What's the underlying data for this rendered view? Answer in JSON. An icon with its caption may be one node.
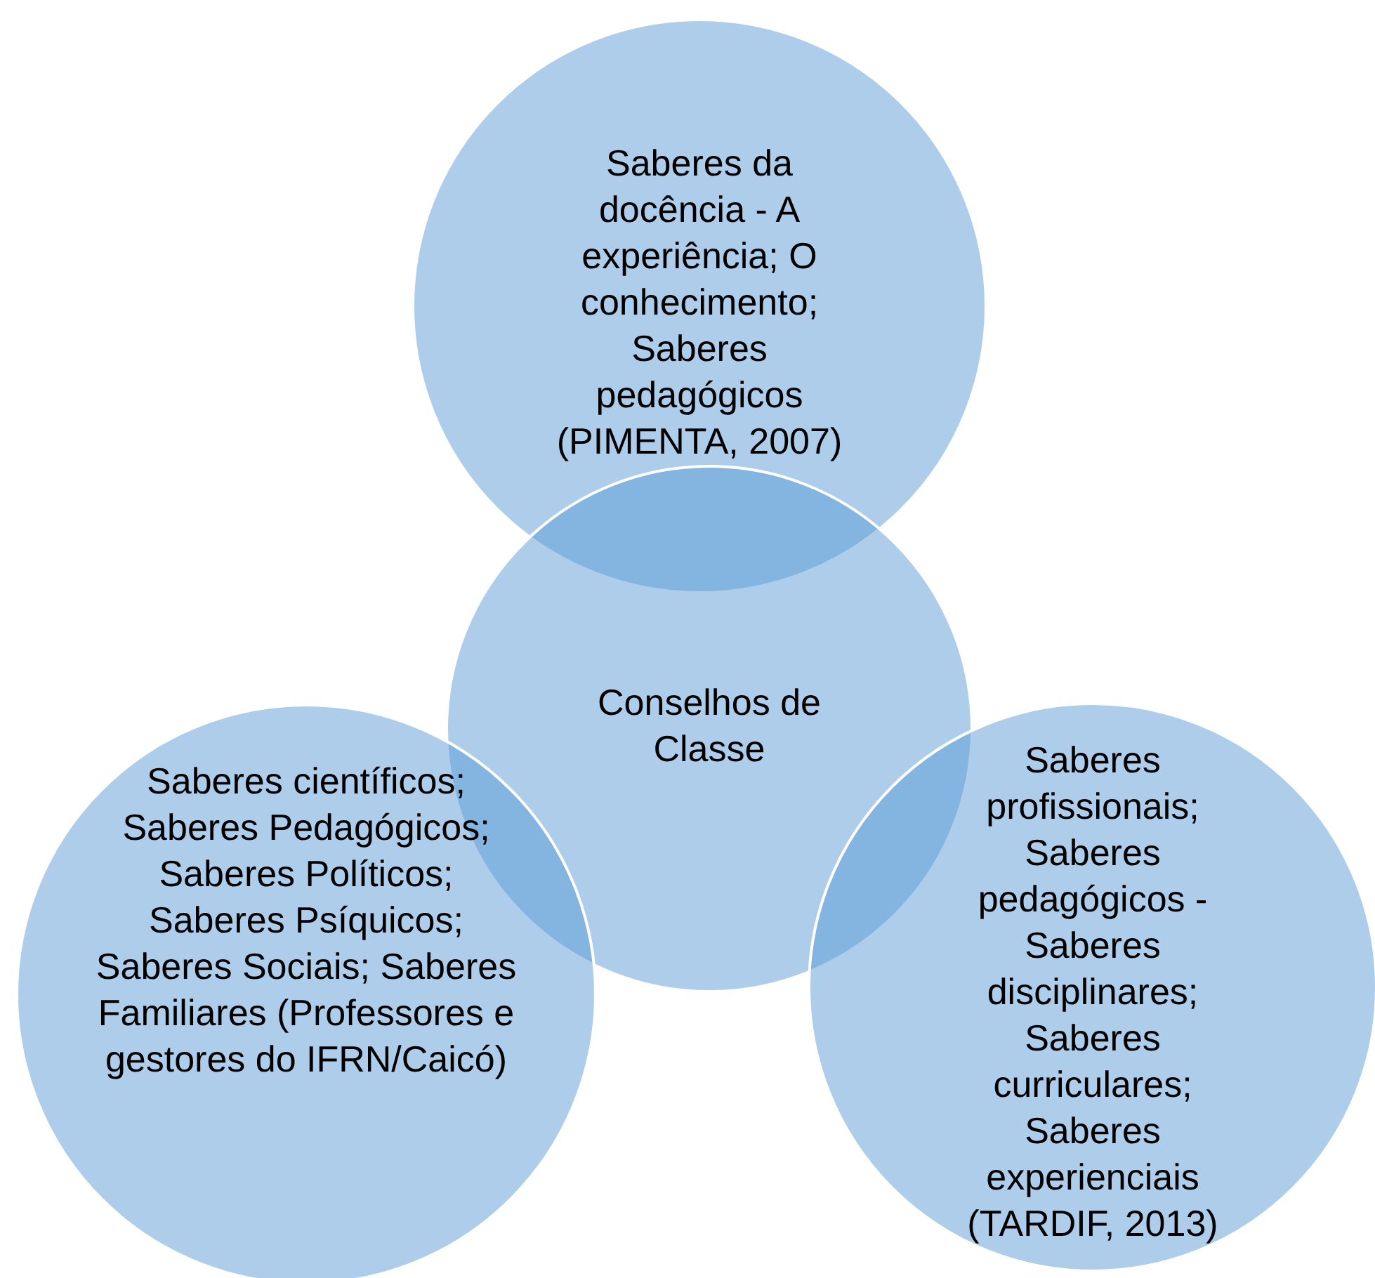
{
  "diagram": {
    "nodes": [
      {
        "text": [
          "Saberes da docência - A experiência; O conhecimento; Saberes pedagógicos (PIMENTA, 2007)"
        ]
      },
      {
        "text": [
          "Conselhos de Classe"
        ]
      },
      {
        "text": [
          "Saberes científicos; Saberes Pedagógicos; Saberes Políticos; Saberes Psíquicos; Saberes Sociais; Saberes Familiares (Professores e gestores do IFRN/Caicó)"
        ]
      },
      {
        "text": [
          "Saberes profissionais; Saberes pedagógicos - Saberes disciplinares; Saberes curriculares; Saberes experienciais (TARDIF, 2013)"
        ]
      }
    ]
  }
}
